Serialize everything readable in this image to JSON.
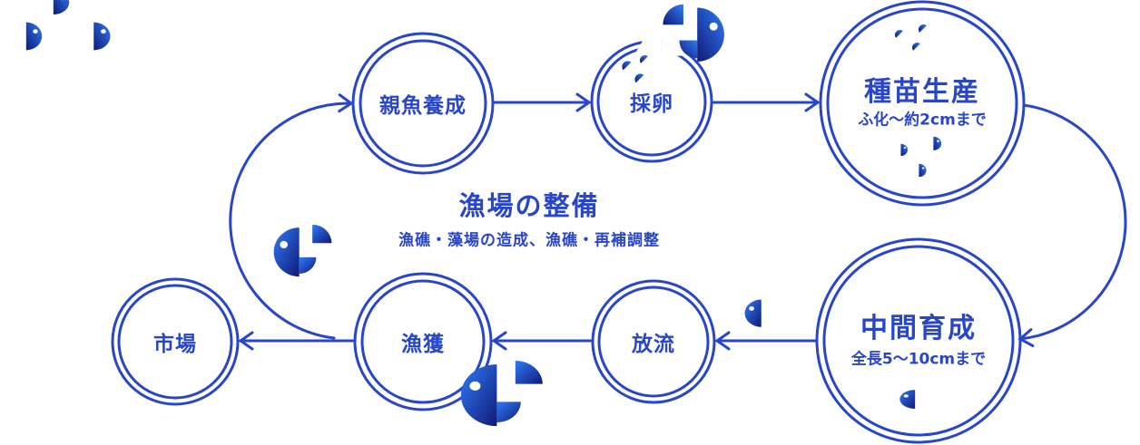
{
  "diagram": {
    "center": {
      "title": "漁場の整備",
      "subtitle": "漁礁・藻場の造成、漁礁・再補調整"
    },
    "nodes": {
      "broodstock": {
        "label": "親魚養成"
      },
      "egg_collection": {
        "label": "採卵"
      },
      "seed_production": {
        "label": "種苗生産",
        "note": "ふ化〜約2cmまで"
      },
      "intermediate_rearing": {
        "label": "中間育成",
        "note": "全長5〜10cmまで"
      },
      "release": {
        "label": "放流"
      },
      "catch": {
        "label": "漁獲"
      },
      "market": {
        "label": "市場"
      }
    },
    "colors": {
      "primary": "#2a46c8",
      "fish_bright": "#2f7bf7",
      "fish_dark": "#101a78",
      "background": "#ffffff"
    }
  }
}
